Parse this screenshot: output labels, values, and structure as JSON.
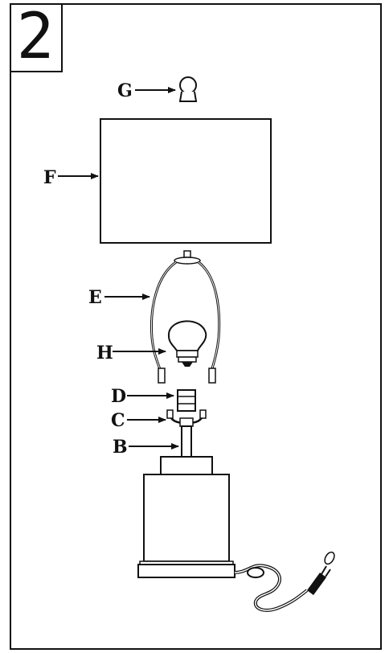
{
  "step": {
    "number": "2"
  },
  "parts": {
    "G": "G",
    "F": "F",
    "E": "E",
    "H": "H",
    "D": "D",
    "C": "C",
    "B": "B"
  }
}
